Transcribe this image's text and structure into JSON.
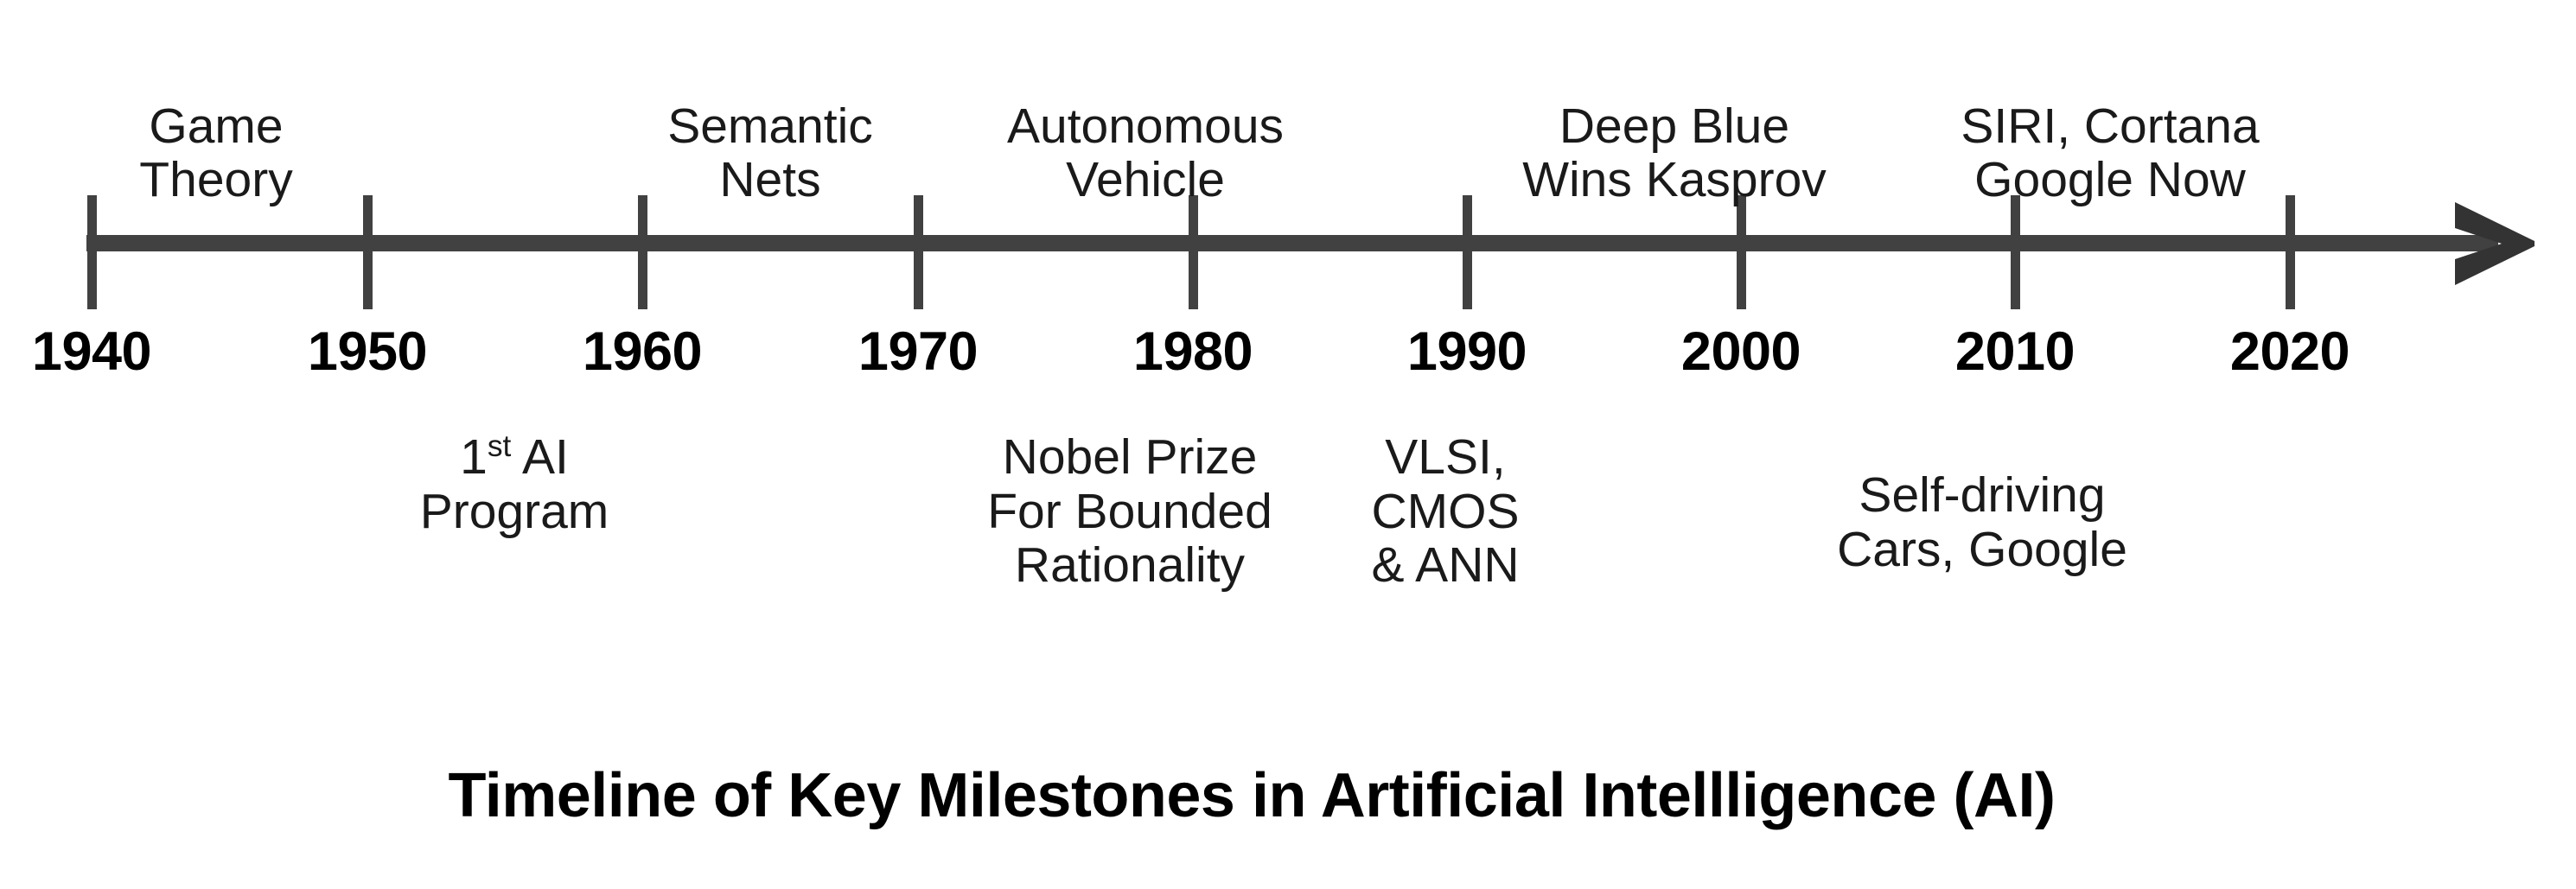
{
  "chart_data": {
    "type": "timeline",
    "title": "Timeline of Key Milestones in Artificial Intellligence (AI)",
    "axis": {
      "orientation": "horizontal",
      "arrow": "right",
      "tick_labels": [
        "1940",
        "1950",
        "1960",
        "1970",
        "1980",
        "1990",
        "2000",
        "2010",
        "2020"
      ],
      "tick_values": [
        1940,
        1950,
        1960,
        1970,
        1980,
        1990,
        2000,
        2010,
        2020
      ],
      "range": [
        1940,
        2025
      ],
      "line_color": "#414141",
      "tick_color": "#414141"
    },
    "events_above": [
      {
        "id": "game-theory",
        "lines": [
          "Game",
          "Theory"
        ],
        "x_year": 1944.5
      },
      {
        "id": "semantic-nets",
        "lines": [
          "Semantic",
          "Nets"
        ],
        "x_year": 1964.7
      },
      {
        "id": "autonomous-vehicle",
        "lines": [
          "Autonomous",
          "Vehicle"
        ],
        "x_year": 1978.3
      },
      {
        "id": "deep-blue",
        "lines": [
          "Deep Blue",
          "Wins Kasprov"
        ],
        "x_year": 1997.5
      },
      {
        "id": "siri-cortana",
        "lines": [
          "SIRI, Cortana",
          "Google Now"
        ],
        "x_year": 2013.3
      }
    ],
    "events_below": [
      {
        "id": "first-ai-program",
        "lines": [
          "1<sup>st</sup> AI",
          "Program"
        ],
        "html": true,
        "x_year": 1955.3
      },
      {
        "id": "nobel-prize",
        "lines": [
          "Nobel Prize",
          "For Bounded",
          "Rationality"
        ],
        "html": false,
        "x_year": 1978.0
      },
      {
        "id": "vlsi-cmos-ann",
        "lines": [
          "VLSI,",
          "CMOS",
          "& ANN"
        ],
        "html": false,
        "x_year": 1989.3
      },
      {
        "id": "self-driving",
        "lines": [
          "Self-driving",
          "Cars, Google"
        ],
        "html": false,
        "x_year": 2009.0
      }
    ]
  },
  "title": {
    "text": "Timeline of Key Milestones in Artificial Intellligence (AI)"
  },
  "years": {
    "y1940": "1940",
    "y1950": "1950",
    "y1960": "1960",
    "y1970": "1970",
    "y1980": "1980",
    "y1990": "1990",
    "y2000": "2000",
    "y2010": "2010",
    "y2020": "2020"
  },
  "events": {
    "game_theory": {
      "l1": "Game",
      "l2": "Theory"
    },
    "semantic_nets": {
      "l1": "Semantic",
      "l2": "Nets"
    },
    "autonomous_vehicle": {
      "l1": "Autonomous",
      "l2": "Vehicle"
    },
    "deep_blue": {
      "l1": "Deep Blue",
      "l2": "Wins Kasprov"
    },
    "siri_cortana": {
      "l1": "SIRI, Cortana",
      "l2": "Google Now"
    },
    "first_ai_program": {
      "l1_num": "1",
      "l1_sup": "st",
      "l1_rest": " AI",
      "l2": "Program"
    },
    "nobel_prize": {
      "l1": "Nobel Prize",
      "l2": "For Bounded",
      "l3": "Rationality"
    },
    "vlsi": {
      "l1": "VLSI,",
      "l2": "CMOS",
      "l3": "& ANN"
    },
    "self_driving": {
      "l1": "Self-driving",
      "l2": "Cars, Google"
    }
  },
  "colors": {
    "axis": "#414141",
    "arrow": "#333333",
    "text": "#1a1a1a",
    "title": "#000000",
    "background": "#ffffff"
  }
}
